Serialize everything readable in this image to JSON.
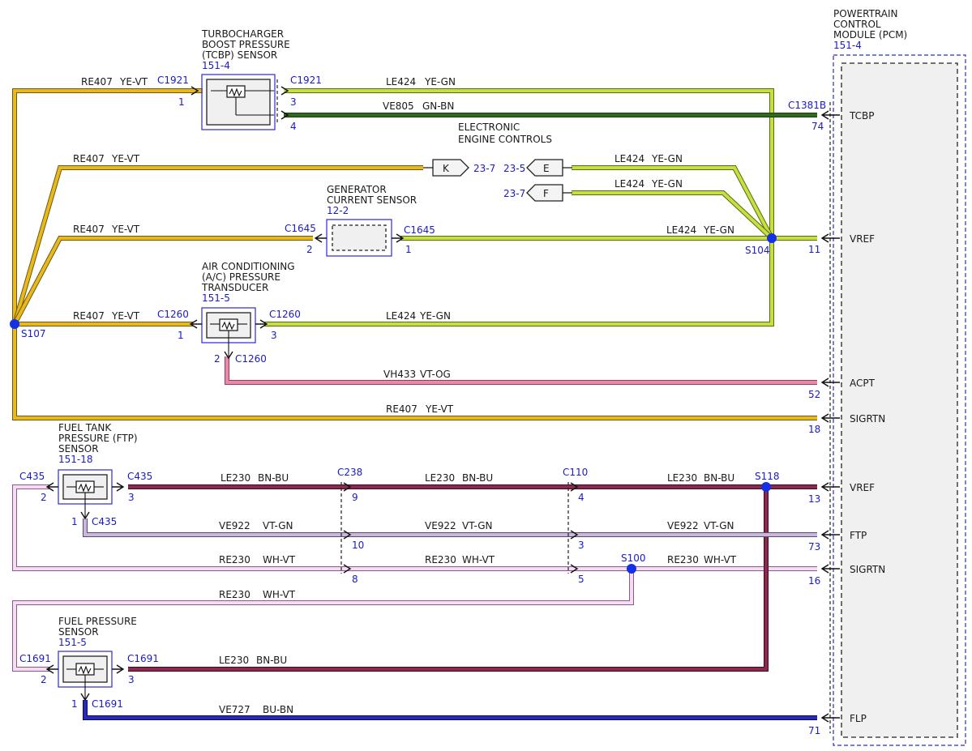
{
  "colors": {
    "ye_vt": "#e8b81c",
    "ye_gn": "#b7d02a",
    "gn_bn": "#2e6a1e",
    "vt_og": "#e07aa0",
    "bn_bu": "#7a1d3a",
    "vt_gn": "#a088b8",
    "wh_vt": "#e6b8e0",
    "bu_bn": "#1f1f9e",
    "splice": "#1530e6",
    "label_blue": "#1a1acc"
  },
  "pcm": {
    "title": [
      "POWERTRAIN",
      "CONTROL",
      "MODULE (PCM)"
    ],
    "ref": "151-4",
    "pins": [
      {
        "name": "TCBP",
        "pin": "74",
        "connector": "C1381B"
      },
      {
        "name": "VREF",
        "pin": "11"
      },
      {
        "name": "ACPT",
        "pin": "52"
      },
      {
        "name": "SIGRTN",
        "pin": "18"
      },
      {
        "name": "VREF",
        "pin": "13"
      },
      {
        "name": "FTP",
        "pin": "73"
      },
      {
        "name": "SIGRTN",
        "pin": "16"
      },
      {
        "name": "FLP",
        "pin": "71"
      }
    ]
  },
  "components": {
    "tcbp": {
      "title": [
        "TURBOCHARGER",
        "BOOST PRESSURE",
        "(TCBP) SENSOR"
      ],
      "ref": "151-4"
    },
    "gen": {
      "title": [
        "GENERATOR",
        "CURRENT SENSOR"
      ],
      "ref": "12-2"
    },
    "ac": {
      "title": [
        "AIR CONDITIONING",
        "(A/C) PRESSURE",
        "TRANSDUCER"
      ],
      "ref": "151-5"
    },
    "ftp": {
      "title": [
        "FUEL TANK",
        "PRESSURE (FTP)",
        "SENSOR"
      ],
      "ref": "151-18"
    },
    "fp": {
      "title": [
        "FUEL PRESSURE",
        "SENSOR"
      ],
      "ref": "151-5"
    }
  },
  "note": [
    "ELECTRONIC",
    "ENGINE CONTROLS"
  ],
  "splices": [
    "S107",
    "S104",
    "S118",
    "S100"
  ],
  "connectors": {
    "c1921": "C1921",
    "c1645": "C1645",
    "c1260": "C1260",
    "c435": "C435",
    "c238": "C238",
    "c110": "C110",
    "c1691": "C1691"
  },
  "flyouts": {
    "k": {
      "letter": "K",
      "ref": "23-7"
    },
    "e": {
      "letter": "E",
      "ref": "23-5"
    },
    "f": {
      "letter": "F",
      "ref": "23-7"
    }
  },
  "pins": {
    "p1": "1",
    "p2": "2",
    "p3": "3",
    "p4": "4",
    "p5": "5",
    "p8": "8",
    "p9": "9",
    "p10": "10"
  },
  "wires": {
    "re407": {
      "circuit": "RE407",
      "color": "YE-VT"
    },
    "le424": {
      "circuit": "LE424",
      "color": "YE-GN"
    },
    "ve805": {
      "circuit": "VE805",
      "color": "GN-BN"
    },
    "vh433": {
      "circuit": "VH433",
      "color": "VT-OG"
    },
    "le230": {
      "circuit": "LE230",
      "color": "BN-BU"
    },
    "ve922": {
      "circuit": "VE922",
      "color": "VT-GN"
    },
    "re230": {
      "circuit": "RE230",
      "color": "WH-VT"
    },
    "ve727": {
      "circuit": "VE727",
      "color": "BU-BN"
    }
  }
}
